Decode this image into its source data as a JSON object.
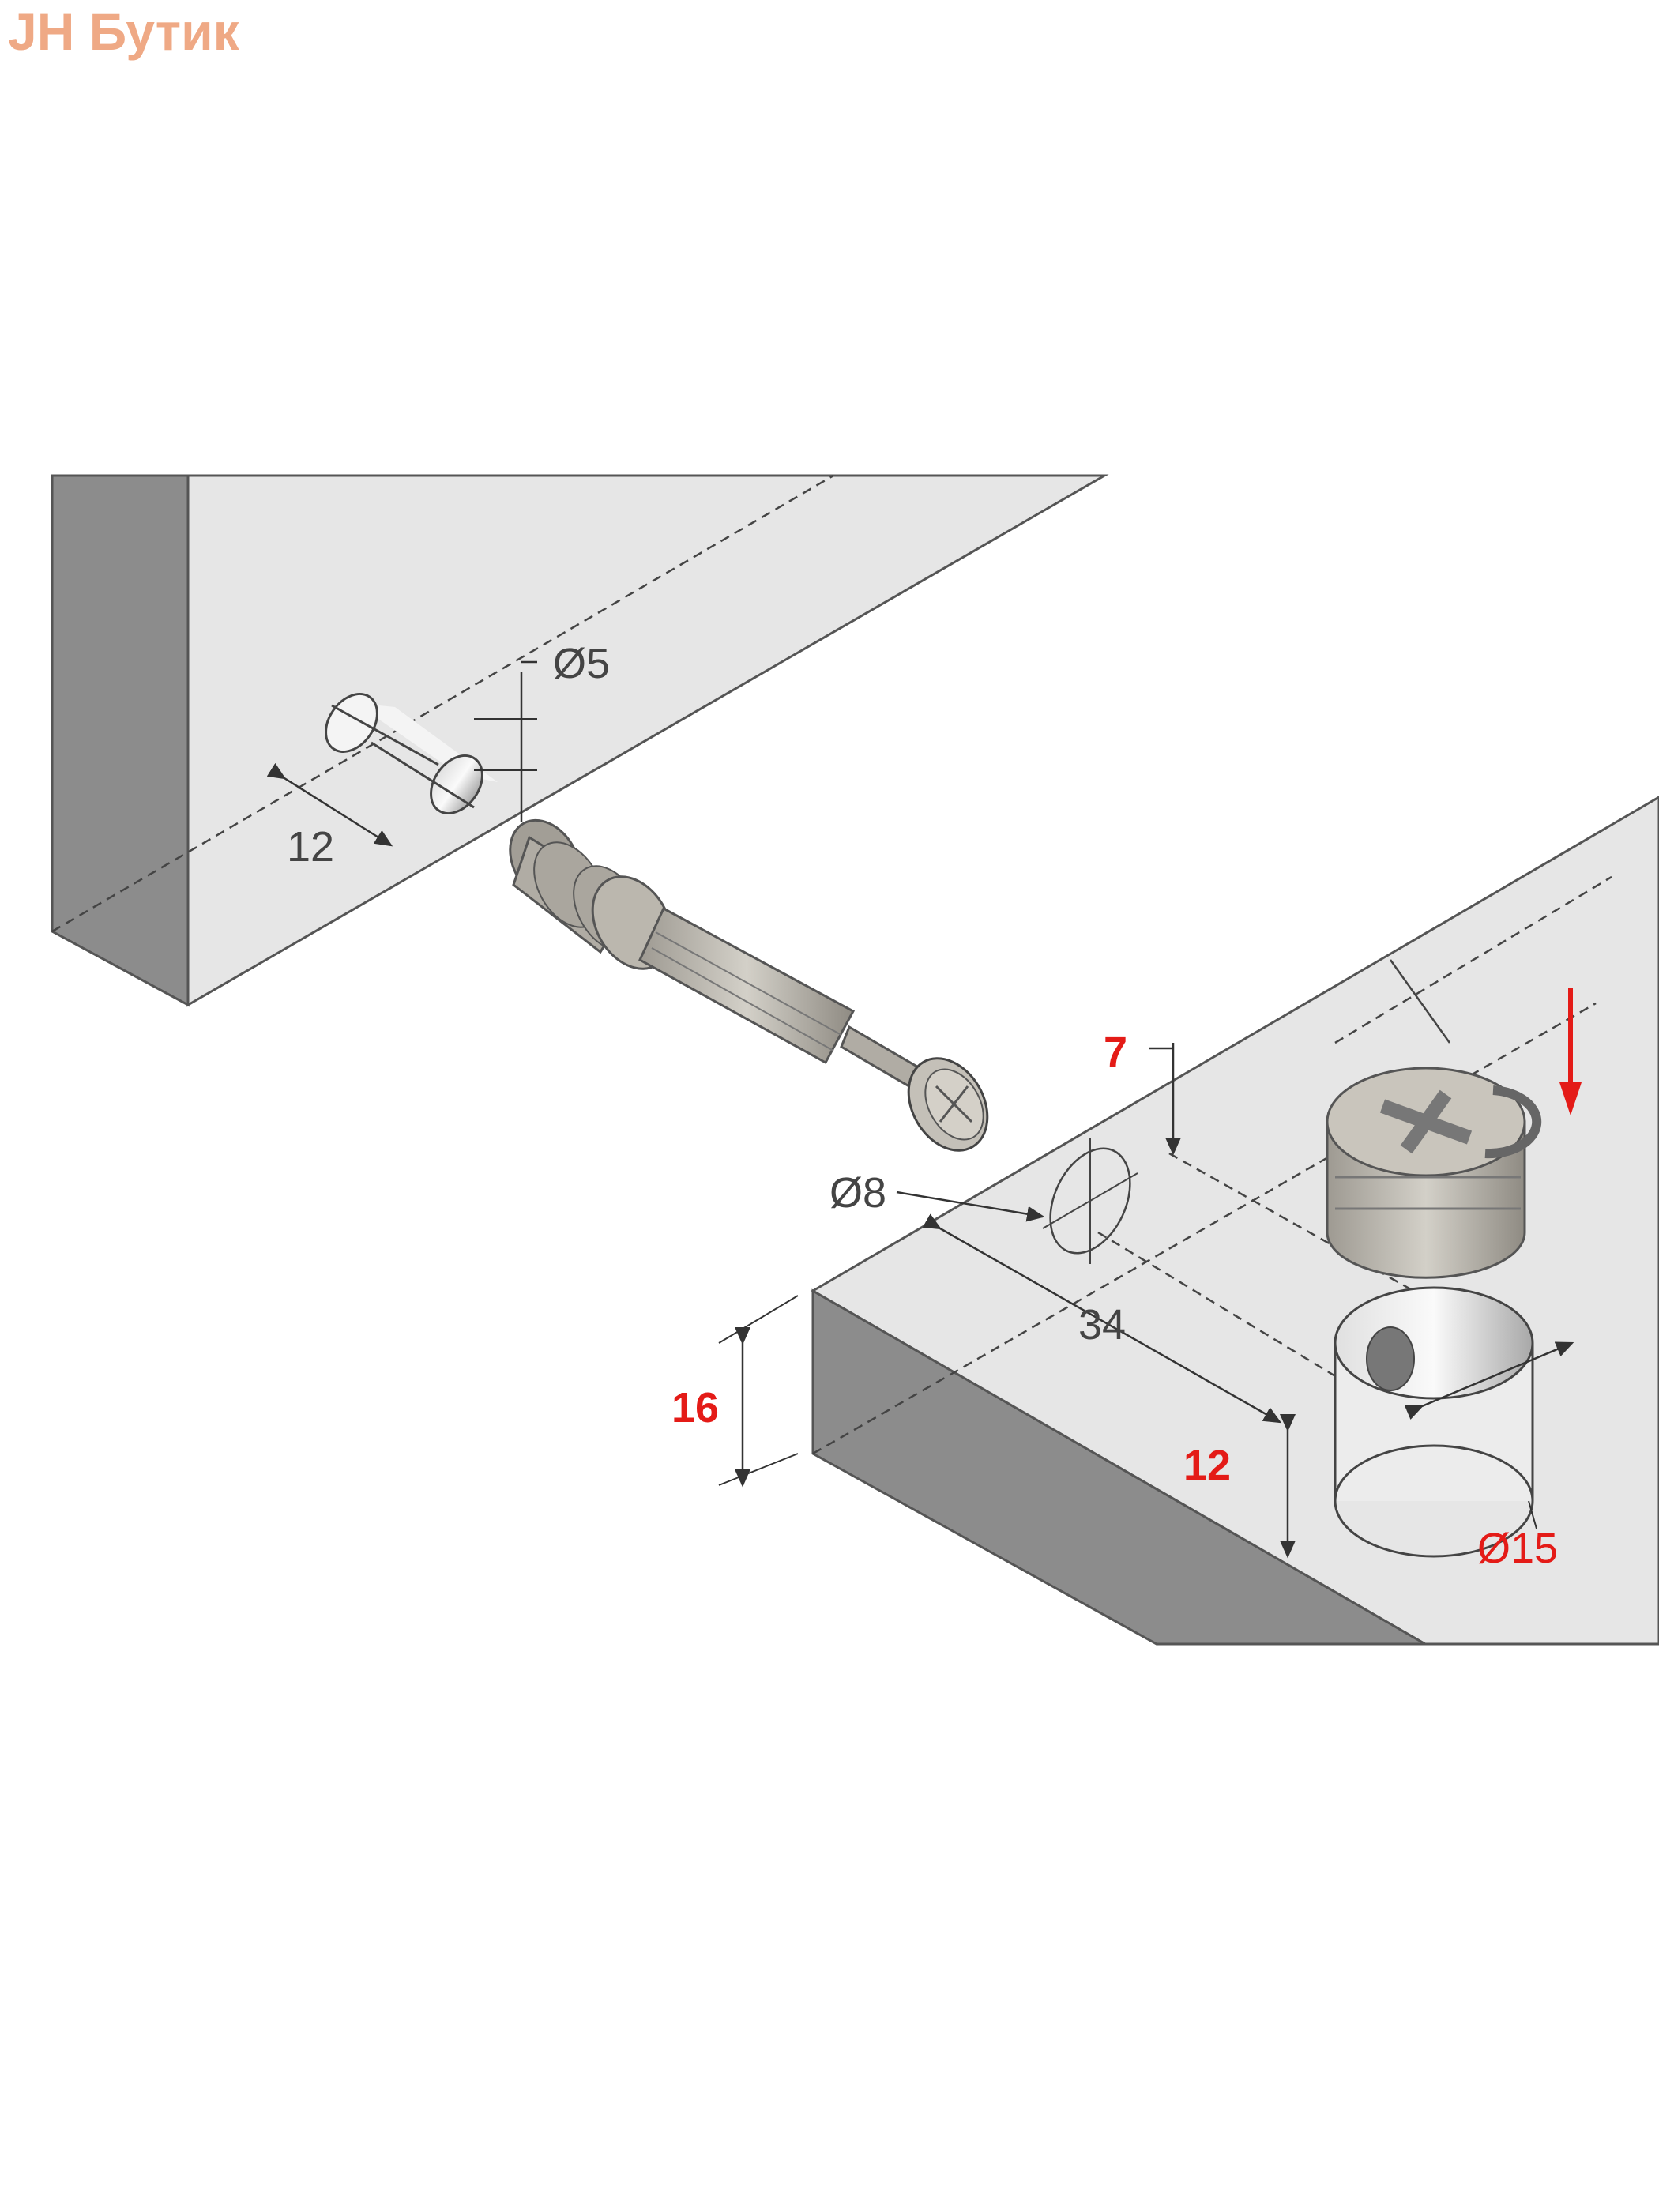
{
  "brand": "JH Бутик",
  "diagram": {
    "title": "Cam lock connector installation dimensions",
    "labels": {
      "dowel_hole_diameter": "Ø5",
      "dowel_hole_depth": "12",
      "bolt_offset": "7",
      "bolt_hole_diameter": "Ø8",
      "cam_distance": "34",
      "board_thickness": "16",
      "cam_depth": "12",
      "cam_diameter": "Ø15"
    },
    "colors": {
      "brand": "#efa985",
      "accent": "#e41b17",
      "board_face": "#e6e6e6",
      "board_edge": "#8c8c8c",
      "hardware": "#b8b4ab"
    }
  }
}
